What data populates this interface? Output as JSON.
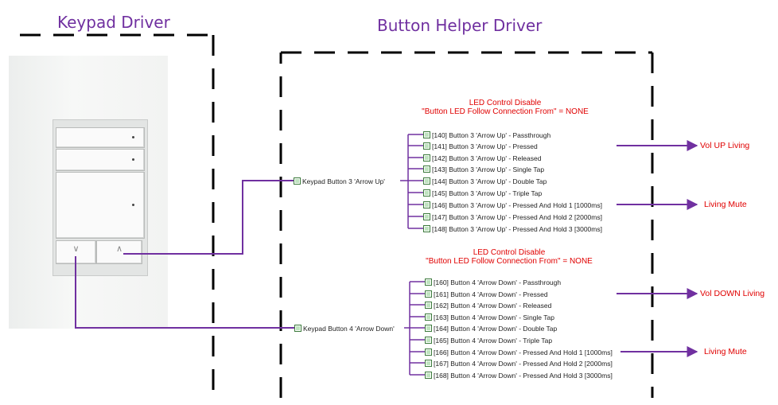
{
  "titles": {
    "keypad_driver": "Keypad Driver",
    "button_helper_driver": "Button Helper Driver"
  },
  "keypad_nodes": {
    "arrow_up": "Keypad Button 3 'Arrow Up'",
    "arrow_down": "Keypad Button 4 'Arrow Down'"
  },
  "groups": [
    {
      "led_line1": "LED Control Disable",
      "led_line2": "\"Button LED Follow Connection From\" = NONE",
      "items": [
        "[140] Button 3 'Arrow Up' - Passthrough",
        "[141] Button 3 'Arrow Up' - Pressed",
        "[142] Button 3 'Arrow Up' - Released",
        "[143] Button 3 'Arrow Up' - Single Tap",
        "[144] Button 3 'Arrow Up' - Double Tap",
        "[145] Button 3 'Arrow Up' - Triple Tap",
        "[146] Button 3 'Arrow Up' - Pressed And Hold 1 [1000ms]",
        "[147] Button 3 'Arrow Up' - Pressed And Hold 2 [2000ms]",
        "[148] Button 3 'Arrow Up' - Pressed And Hold 3 [3000ms]"
      ]
    },
    {
      "led_line1": "LED Control Disable",
      "led_line2": "\"Button LED Follow Connection From\" = NONE",
      "items": [
        "[160] Button 4 'Arrow Down' - Passthrough",
        "[161] Button 4 'Arrow Down' - Pressed",
        "[162] Button 4 'Arrow Down' - Released",
        "[163] Button 4 'Arrow Down' - Single Tap",
        "[164] Button 4 'Arrow Down' - Double Tap",
        "[165] Button 4 'Arrow Down' - Triple Tap",
        "[166] Button 4 'Arrow Down' - Pressed And Hold 1 [1000ms]",
        "[167] Button 4 'Arrow Down' - Pressed And Hold 2 [2000ms]",
        "[168] Button 4 'Arrow Down' - Pressed And Hold 3 [3000ms]"
      ]
    }
  ],
  "targets": {
    "vol_up": "Vol UP Living",
    "living_mute_1": "Living Mute",
    "vol_down": "Vol DOWN Living",
    "living_mute_2": "Living Mute"
  },
  "colors": {
    "title": "#7030a0",
    "connector": "#7030a0",
    "label_red": "#e00000",
    "dashed_boundary": "#000000"
  },
  "icons": {
    "keypad_up": "chevron-up-icon",
    "keypad_down": "chevron-down-icon",
    "node_marker": "checkbox-icon"
  }
}
